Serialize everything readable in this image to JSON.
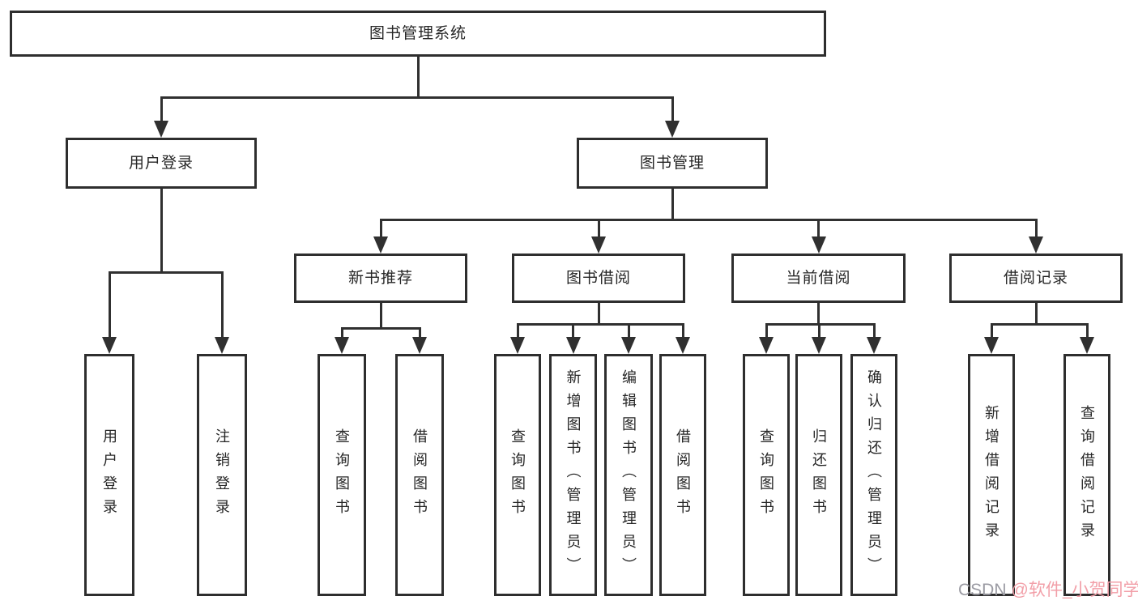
{
  "diagram": {
    "title": "图书管理系统",
    "branches": [
      {
        "label": "用户登录",
        "children": [
          {
            "label": "用户登录"
          },
          {
            "label": "注销登录"
          }
        ]
      },
      {
        "label": "图书管理",
        "children": [
          {
            "label": "新书推荐",
            "children": [
              {
                "label": "查询图书"
              },
              {
                "label": "借阅图书"
              }
            ]
          },
          {
            "label": "图书借阅",
            "children": [
              {
                "label": "查询图书"
              },
              {
                "label": "新增图书（管理员）"
              },
              {
                "label": "编辑图书（管理员）"
              },
              {
                "label": "借阅图书"
              }
            ]
          },
          {
            "label": "当前借阅",
            "children": [
              {
                "label": "查询图书"
              },
              {
                "label": "归还图书"
              },
              {
                "label": "确认归还（管理员）"
              }
            ]
          },
          {
            "label": "借阅记录",
            "children": [
              {
                "label": "新增借阅记录"
              },
              {
                "label": "查询借阅记录"
              }
            ]
          }
        ]
      }
    ]
  },
  "watermark": {
    "site": "CSDN",
    "author": "@软件_小贺同学"
  },
  "colors": {
    "line": "#303030",
    "box_border": "#2e2e2e",
    "watermark_site": "#9b9ba3",
    "watermark_author": "#f29fa8"
  }
}
